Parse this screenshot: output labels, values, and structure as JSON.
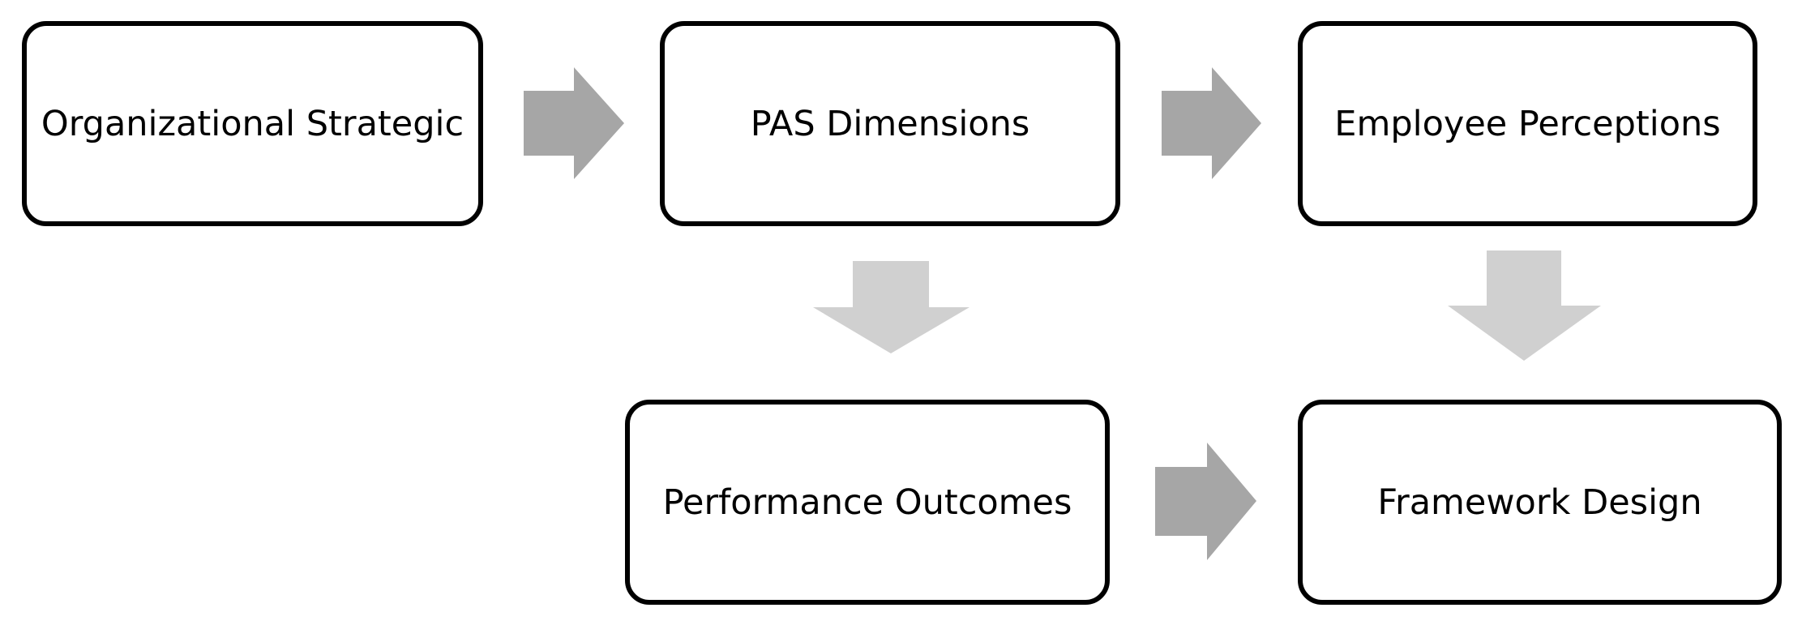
{
  "diagram": {
    "nodes": [
      {
        "id": "organizational-strategic",
        "label": "Organizational Strategic"
      },
      {
        "id": "pas-dimensions",
        "label": "PAS Dimensions"
      },
      {
        "id": "employee-perceptions",
        "label": "Employee Perceptions"
      },
      {
        "id": "performance-outcomes",
        "label": "Performance Outcomes"
      },
      {
        "id": "framework-design",
        "label": "Framework Design"
      }
    ],
    "edges": [
      {
        "from": "organizational-strategic",
        "to": "pas-dimensions",
        "direction": "right"
      },
      {
        "from": "pas-dimensions",
        "to": "employee-perceptions",
        "direction": "right"
      },
      {
        "from": "pas-dimensions",
        "to": "performance-outcomes",
        "direction": "down"
      },
      {
        "from": "employee-perceptions",
        "to": "framework-design",
        "direction": "down"
      },
      {
        "from": "performance-outcomes",
        "to": "framework-design",
        "direction": "right"
      }
    ],
    "colors": {
      "box_border": "#000000",
      "box_fill": "#ffffff",
      "arrow_right": "#a6a6a6",
      "arrow_down": "#d0d0d0"
    }
  }
}
